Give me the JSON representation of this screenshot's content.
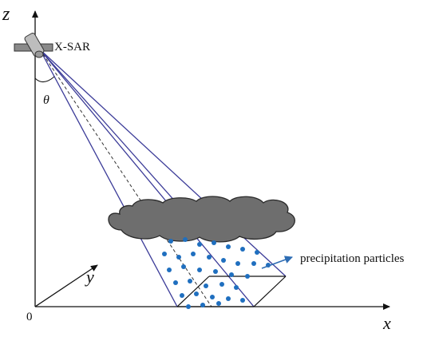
{
  "axes": {
    "z_label": "z",
    "y_label": "y",
    "x_label": "x",
    "origin_label": "0"
  },
  "sensor": {
    "label": "X-SAR",
    "icon": "satellite-icon"
  },
  "angle": {
    "label": "θ"
  },
  "annotation": {
    "label": "precipitation particles"
  },
  "cloud": {
    "icon": "cloud-icon",
    "color": "#6e6e6e"
  },
  "colors": {
    "beam": "#3b3b98",
    "particles": "#1f6fbf",
    "arrow": "#2e6db4"
  }
}
